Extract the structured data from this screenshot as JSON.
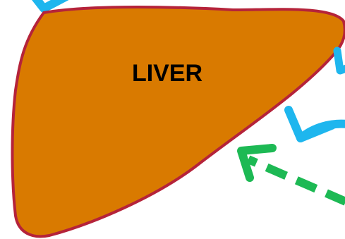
{
  "diagram": {
    "organ": {
      "label": "LIVER",
      "fill_color": "#D97A00",
      "outline_color": "#B5233A",
      "label_color": "#000000"
    },
    "arrows": [
      {
        "name": "blue-arrow-top-left",
        "style": "solid",
        "color": "#1EB6EE"
      },
      {
        "name": "blue-arrow-upper-right",
        "style": "solid",
        "color": "#1EB6EE"
      },
      {
        "name": "blue-arrow-middle-right",
        "style": "solid",
        "color": "#1EB6EE"
      },
      {
        "name": "green-dashed-arrow",
        "style": "dashed",
        "color": "#1DB954"
      }
    ]
  }
}
